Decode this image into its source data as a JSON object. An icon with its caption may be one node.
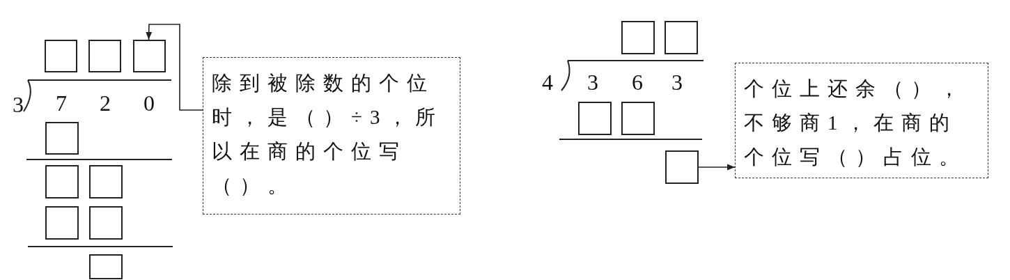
{
  "diagram": {
    "nodes": [
      {
        "text": [],
        "shape": "box"
      },
      {
        "text": [],
        "shape": "box"
      },
      {
        "text": [],
        "shape": "box"
      },
      {
        "text": [],
        "shape": "box"
      },
      {
        "text": [],
        "shape": "box"
      },
      {
        "text": [],
        "shape": "box"
      },
      {
        "text": [],
        "shape": "box"
      },
      {
        "text": [],
        "shape": "box"
      },
      {
        "text": [],
        "shape": "box"
      },
      {
        "text": [
          "除到被除数的个位时，是（）÷3，所以在商的个位写（）。"
        ]
      },
      {
        "text": [],
        "shape": "box"
      },
      {
        "text": [],
        "shape": "box"
      },
      {
        "text": [],
        "shape": "box"
      },
      {
        "text": [],
        "shape": "box"
      },
      {
        "text": [],
        "shape": "box"
      },
      {
        "text": [
          "个位上还余（），不够商1，在商的个位写（）占位。"
        ]
      }
    ],
    "edges": [
      {
        "from": 9,
        "to": 2,
        "arrow": "to"
      },
      {
        "from": 14,
        "to": 15,
        "arrow": "to"
      }
    ],
    "labels": [
      "3",
      "7",
      "2",
      "0",
      "4",
      "3",
      "6",
      "3"
    ]
  }
}
